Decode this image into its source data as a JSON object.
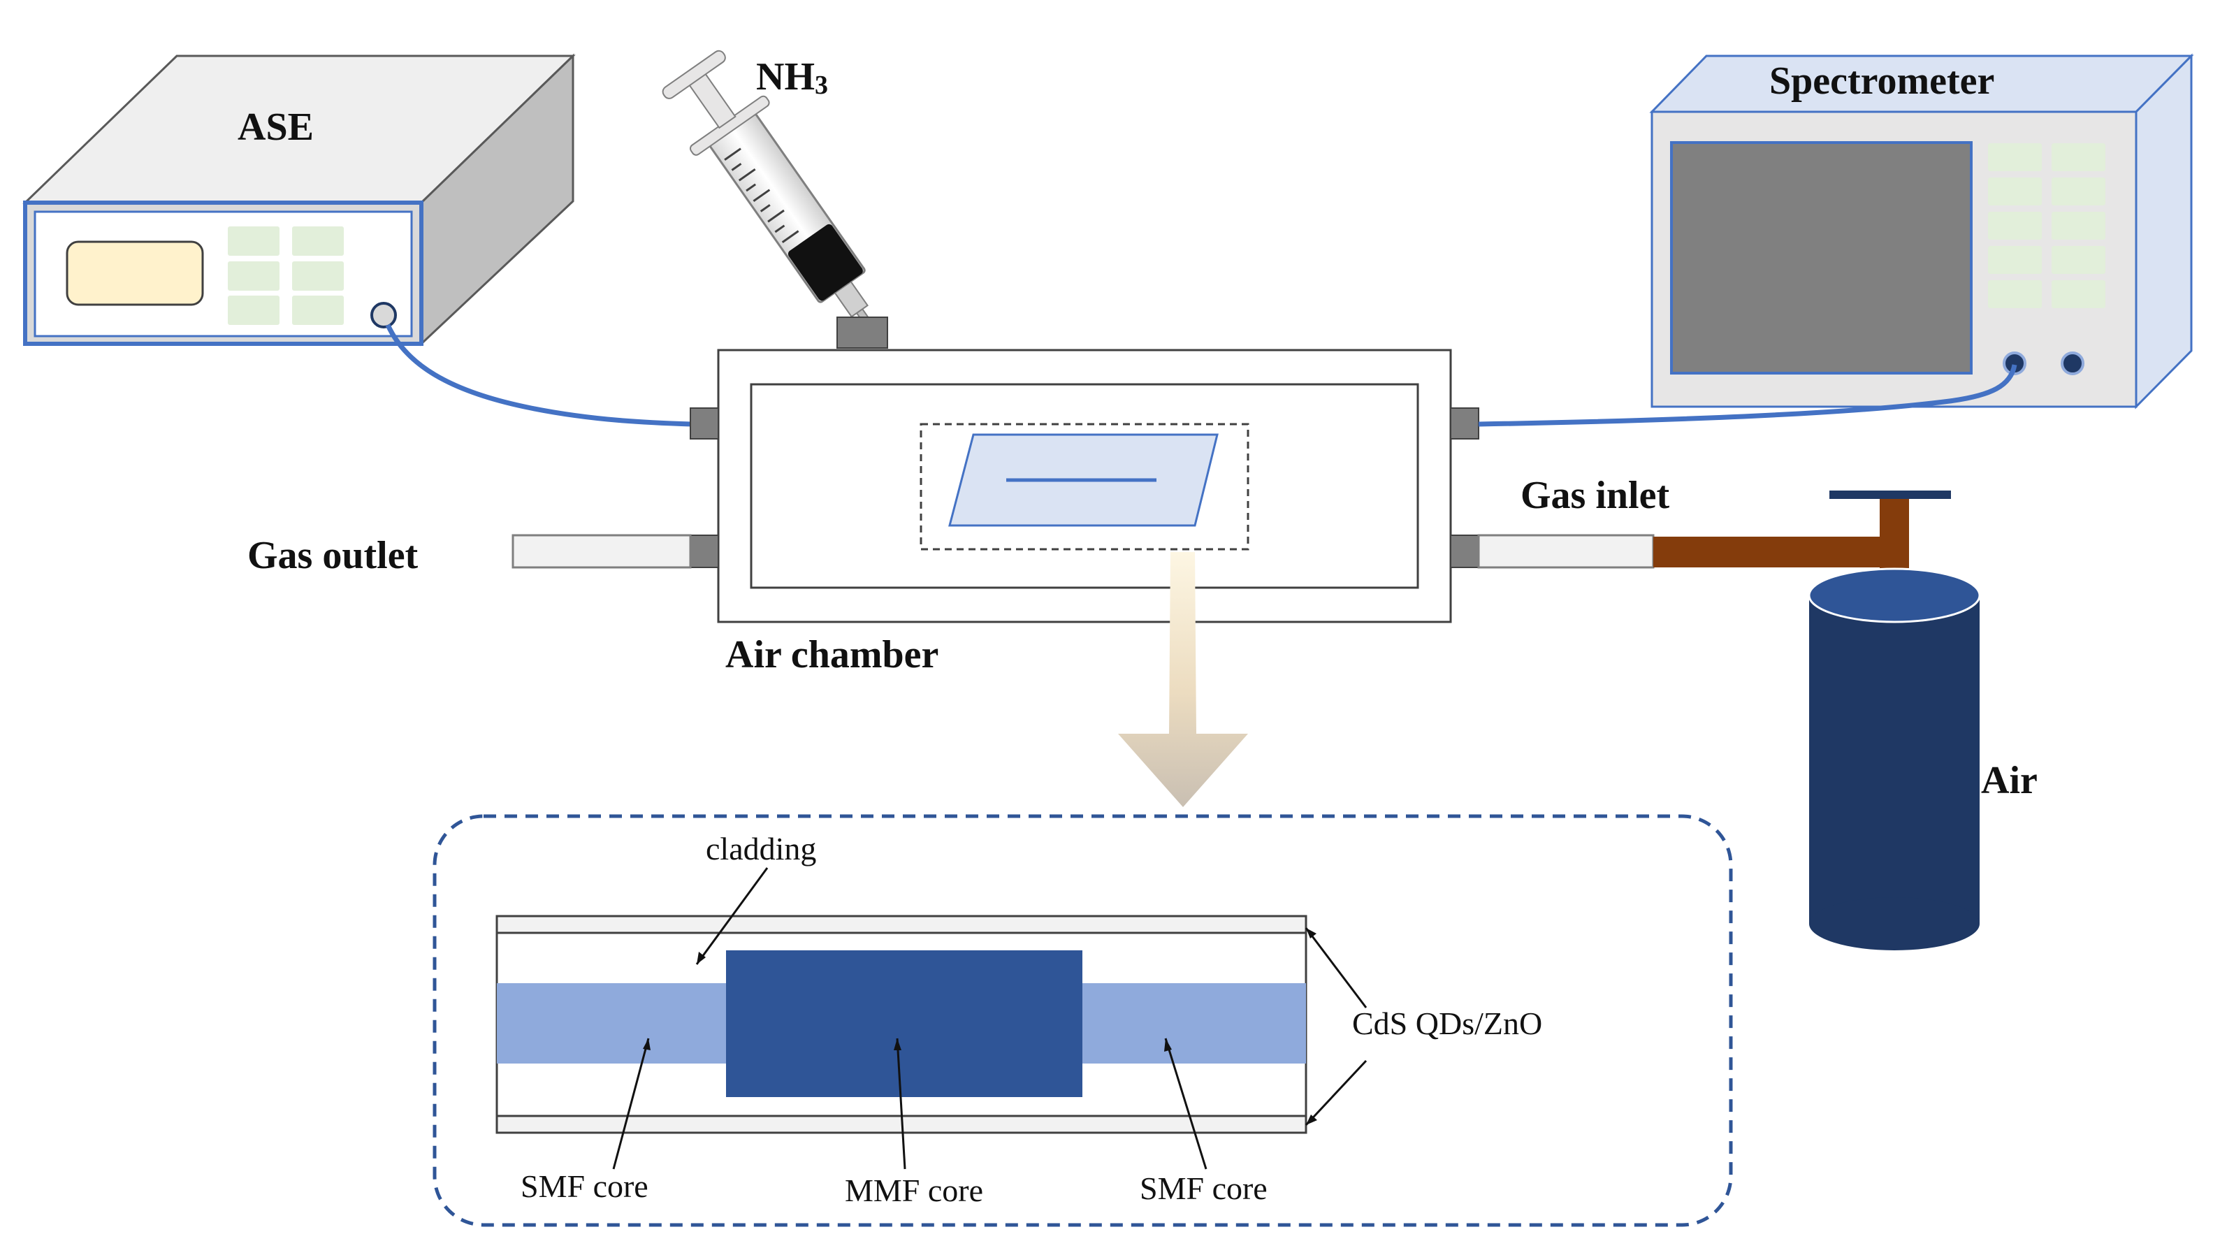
{
  "labels": {
    "ase": "ASE",
    "nh3_main": "NH",
    "nh3_sub": "3",
    "spectrometer": "Spectrometer",
    "gas_outlet": "Gas outlet",
    "gas_inlet": "Gas inlet",
    "air_chamber": "Air chamber",
    "air": "Air"
  },
  "inset": {
    "cladding": "cladding",
    "coating": "CdS QDs/ZnO",
    "smf_core_left": "SMF core",
    "mmf_core": "MMF core",
    "smf_core_right": "SMF core"
  },
  "colors": {
    "fiber_blue": "#4472c4",
    "device_body": "#d9d9d9",
    "device_top": "#efefef",
    "device_side": "#bfbfbf",
    "key_green": "#e2efda",
    "display_cream": "#fff2cc",
    "screen_gray": "#808080",
    "port_gray": "#7f7f7f",
    "tube_white": "#f2f2f2",
    "pipe_brown": "#843c0c",
    "cylinder_navy": "#1f3864",
    "sample_fill": "#dae3f3",
    "smf_core": "#8faadc",
    "mmf_core": "#2f5597",
    "inset_border": "#2f5597",
    "arrow_light": "#fdf5e0",
    "arrow_dark": "#c8bfb0"
  }
}
